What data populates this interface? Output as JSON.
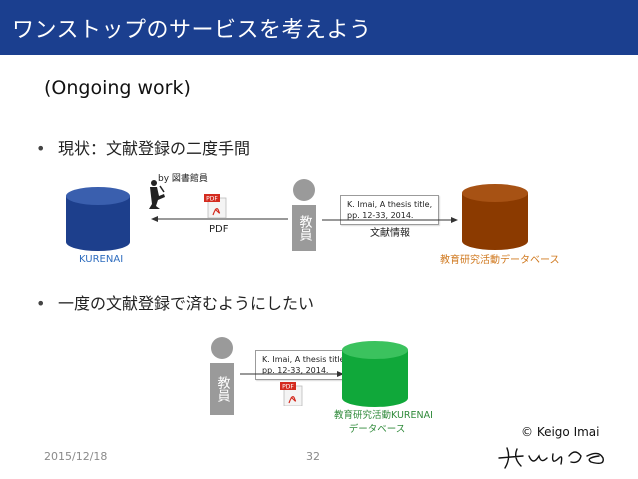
{
  "header": {
    "title": "ワンストップのサービスを考えよう"
  },
  "subtitle": "(Ongoing work)",
  "bullets": [
    "現状：文献登録の二度手間",
    "一度の文献登録で済むようにしたい"
  ],
  "diagram1": {
    "by_label": "by 図書館員",
    "left_db_label": "KURENAI",
    "right_db_label": "教育研究活動データベース",
    "person_label": "教員",
    "pdf_arrow_label": "PDF",
    "info_arrow_label": "文献情報",
    "note": "K. Imai, A thesis title,\npp. 12-33, 2014.",
    "pdf_icon_text": "PDF"
  },
  "diagram2": {
    "person_label": "教員",
    "note": "K. Imai, A thesis title,\npp. 12-33, 2014.",
    "db_label_line1": "教育研究活動KURENAI",
    "db_label_line2": "データベース",
    "pdf_icon_text": "PDF"
  },
  "footer": {
    "date": "2015/12/18",
    "page": "32",
    "copyright": "© Keigo Imai",
    "signature": "Kura"
  },
  "colors": {
    "header_bg": "#1b3f8f",
    "kurenai_db": "#1d3f8c",
    "edu_db": "#8b3a00",
    "combined_db": "#10a83a",
    "label_orange": "#d0791f",
    "label_blue": "#2f6dbf",
    "label_green": "#2f8a3a"
  }
}
